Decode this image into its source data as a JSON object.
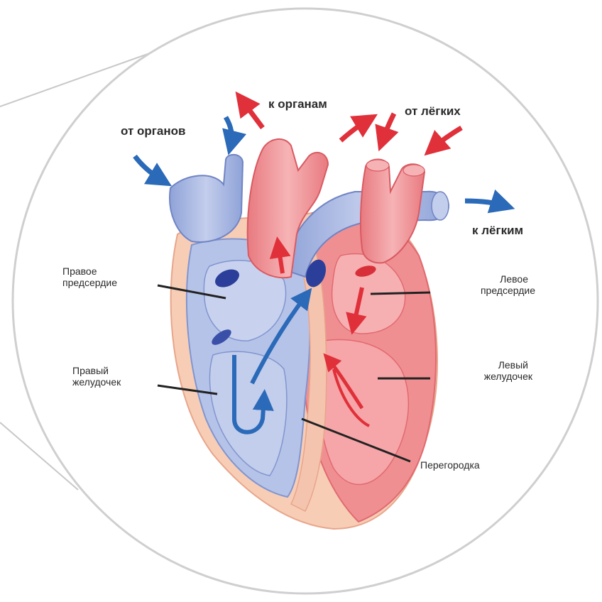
{
  "labels": {
    "from_organs": "от органов",
    "to_organs": "к органам",
    "from_lungs": "от лёгких",
    "to_lungs": "к лёгким",
    "right_atrium_1": "Правое",
    "right_atrium_2": "предсердие",
    "left_atrium_1": "Левое",
    "left_atrium_2": "предсердие",
    "right_ventricle_1": "Правый",
    "right_ventricle_2": "желудочек",
    "left_ventricle_1": "Левый",
    "left_ventricle_2": "желудочек",
    "septum": "Перегородка"
  },
  "colors": {
    "oxygen_poor": "#5b86c8",
    "oxygen_rich": "#e8505a",
    "vein_fill": "#a9b8e0",
    "artery_fill": "#ef8f94",
    "muscle": "#f4c2a8",
    "arrow_blue": "#2a6ab8",
    "arrow_red": "#e0303a",
    "outline": "#cccccc"
  }
}
